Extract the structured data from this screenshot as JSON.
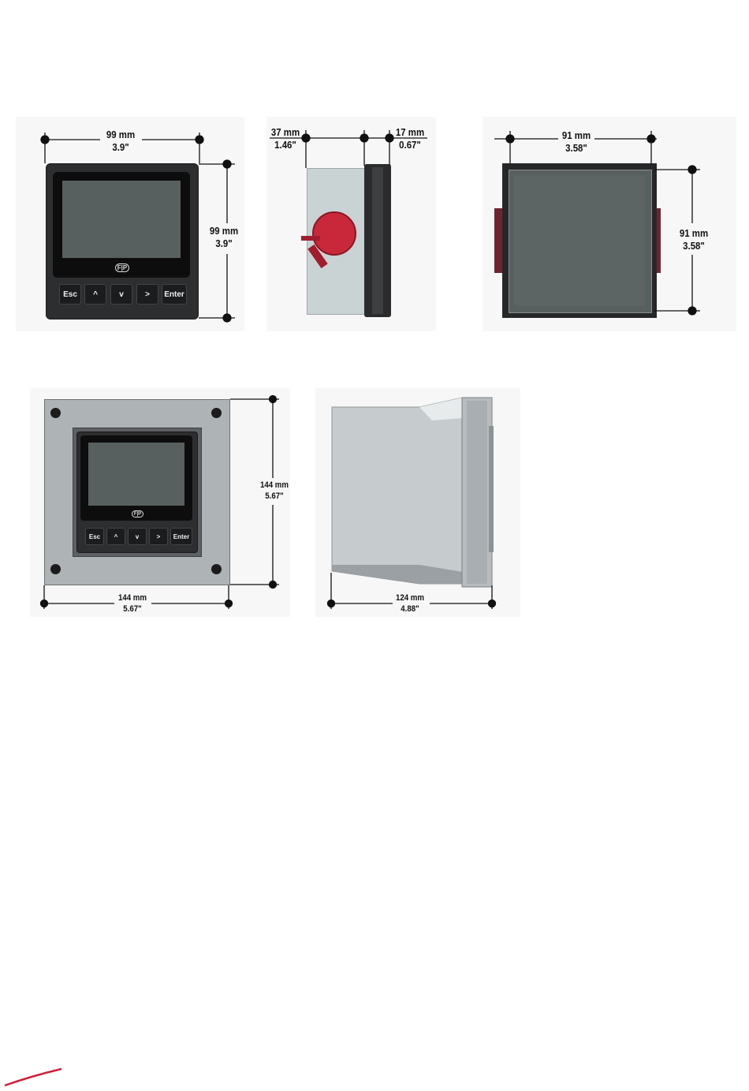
{
  "dims": {
    "front_width": {
      "mm": "99 mm",
      "inch": "3.9\""
    },
    "front_height": {
      "mm": "99 mm",
      "inch": "3.9\""
    },
    "side_depth_rear": {
      "mm": "37 mm",
      "inch": "1.46\""
    },
    "side_depth_front": {
      "mm": "17 mm",
      "inch": "0.67\""
    },
    "cutout_width": {
      "mm": "91 mm",
      "inch": "3.58\""
    },
    "cutout_height": {
      "mm": "91 mm",
      "inch": "3.58\""
    },
    "box_height": {
      "mm": "144 mm",
      "inch": "5.67\""
    },
    "box_width": {
      "mm": "144 mm",
      "inch": "5.67\""
    },
    "box_depth": {
      "mm": "124 mm",
      "inch": "4.88\""
    }
  },
  "keypad": {
    "esc": "Esc",
    "up": "^",
    "down": "v",
    "right": ">",
    "enter": "Enter"
  },
  "logo": "F|P",
  "colors": {
    "accent": "#d0203a"
  }
}
